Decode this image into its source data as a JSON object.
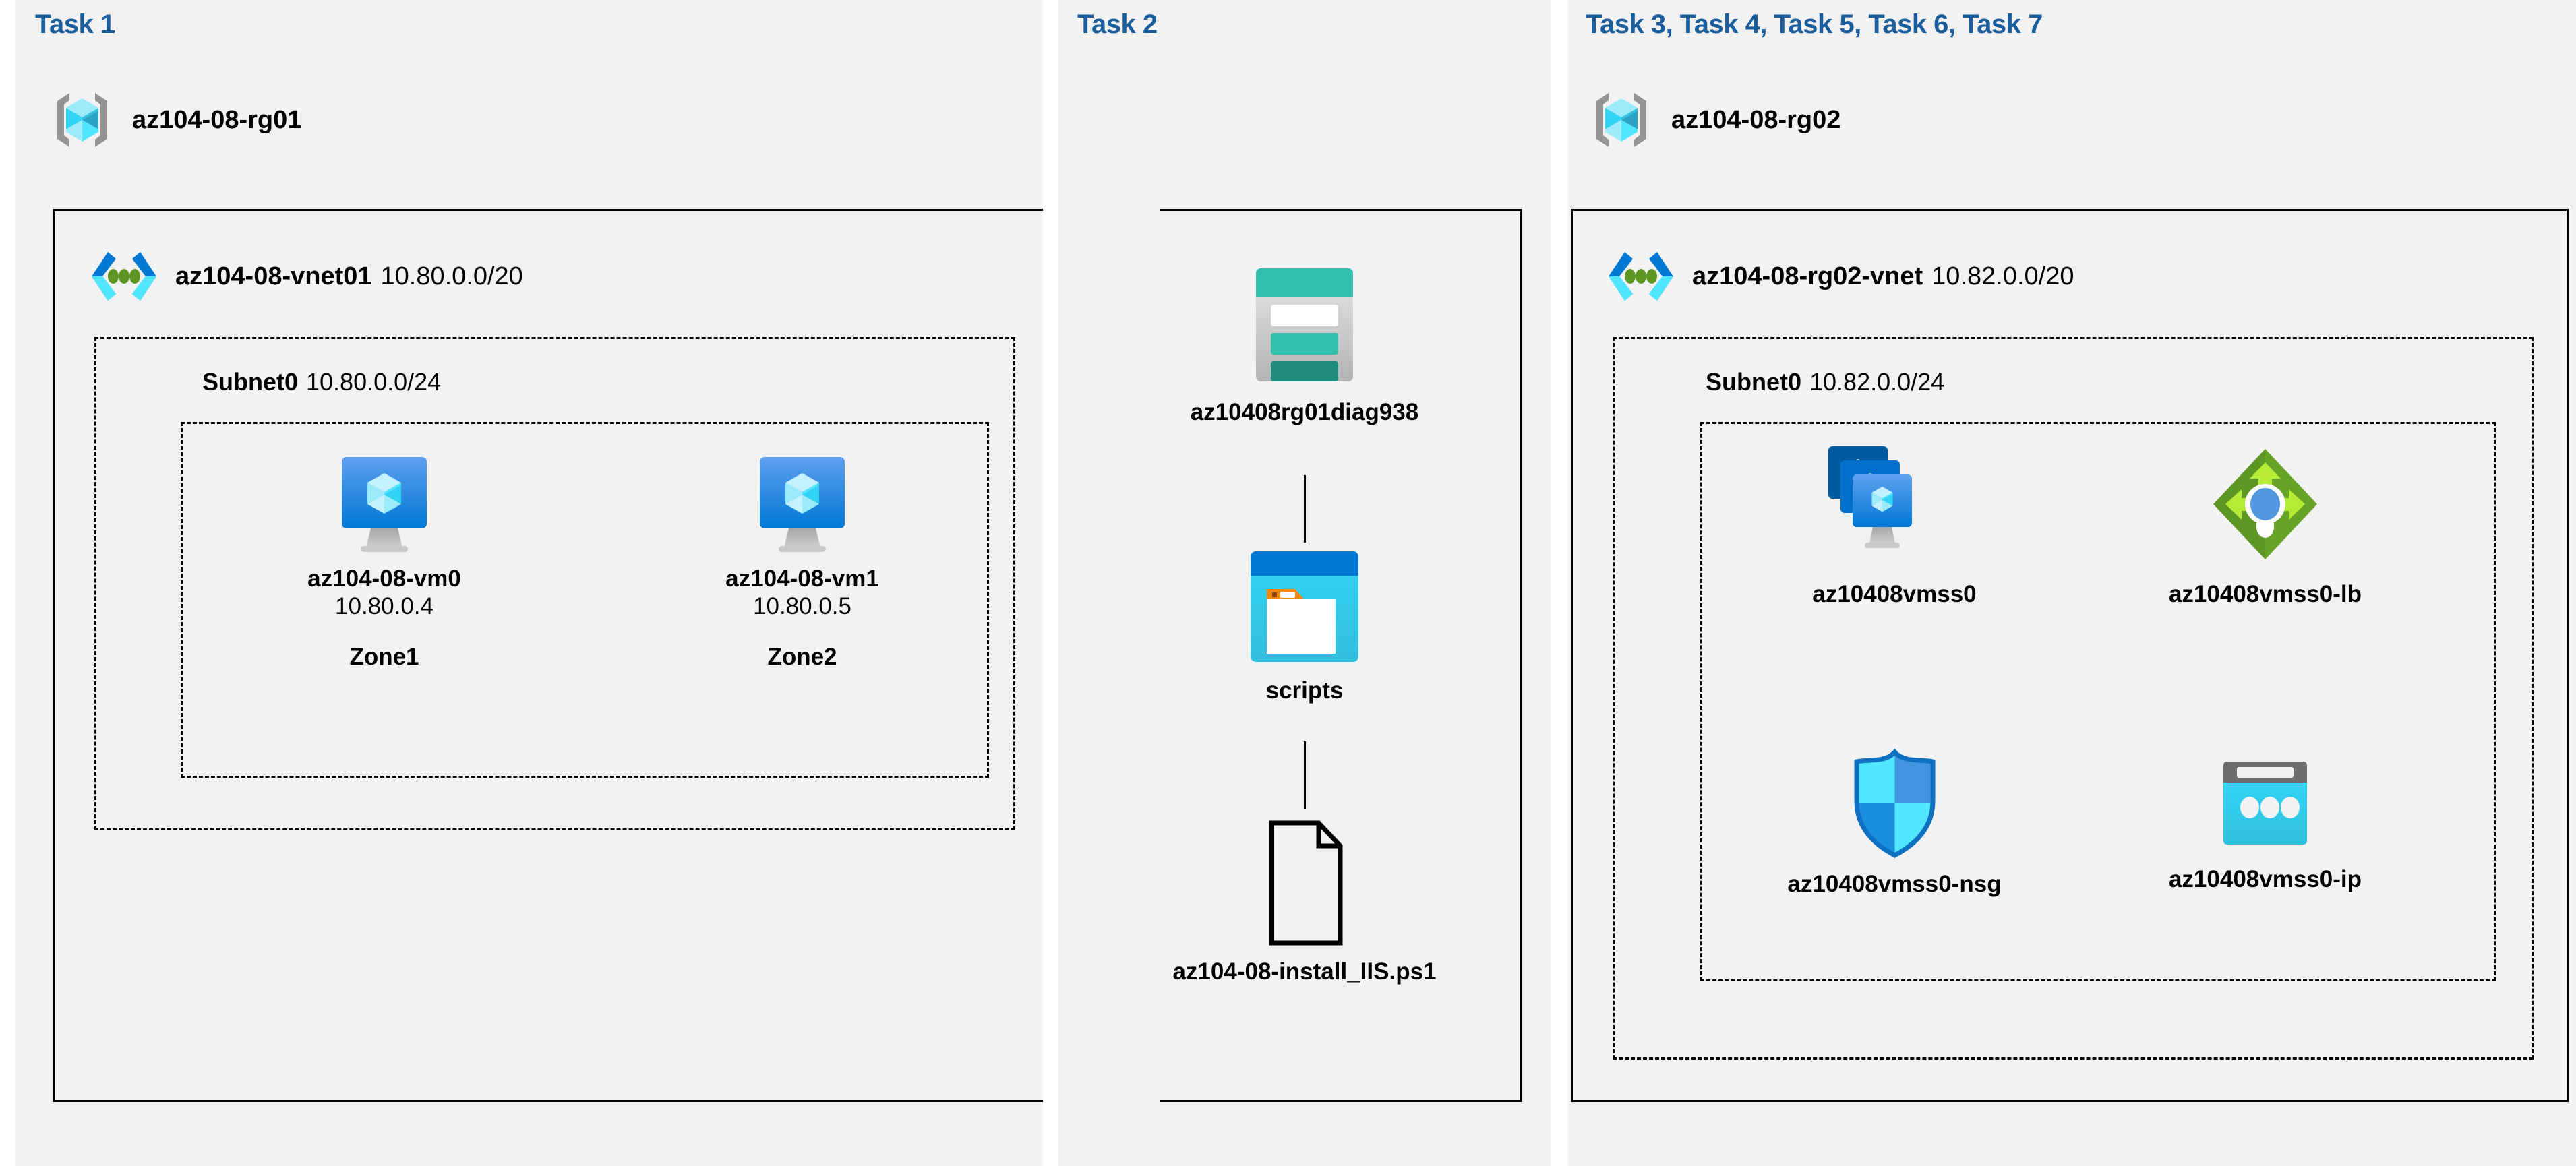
{
  "diagram": {
    "title_color": "#1b5e9e",
    "panel_bg": "#f2f2f2",
    "columns": [
      {
        "id": "col-task1",
        "task_title": "Task 1",
        "resource_group": {
          "icon": "resource-group-icon",
          "name": "az104-08-rg01"
        },
        "vnet": {
          "icon": "virtual-network-icon",
          "name": "az104-08-vnet01",
          "cidr": "10.80.0.0/20"
        },
        "subnet": {
          "name": "Subnet0",
          "cidr": "10.80.0.0/24"
        },
        "vms": [
          {
            "icon": "virtual-machine-icon",
            "name": "az104-08-vm0",
            "ip": "10.80.0.4",
            "zone": "Zone1"
          },
          {
            "icon": "virtual-machine-icon",
            "name": "az104-08-vm1",
            "ip": "10.80.0.5",
            "zone": "Zone2"
          }
        ]
      },
      {
        "id": "col-task2",
        "task_title": "Task 2",
        "items": [
          {
            "icon": "storage-account-icon",
            "name": "az10408rg01diag938"
          },
          {
            "icon": "blob-container-icon",
            "name": "scripts"
          },
          {
            "icon": "file-document-icon",
            "name": "az104-08-install_IIS.ps1"
          }
        ]
      },
      {
        "id": "col-task3",
        "task_title": "Task 3, Task 4, Task 5, Task 6, Task 7",
        "resource_group": {
          "icon": "resource-group-icon",
          "name": "az104-08-rg02"
        },
        "vnet": {
          "icon": "virtual-network-icon",
          "name": "az104-08-rg02-vnet",
          "cidr": "10.82.0.0/20"
        },
        "subnet": {
          "name": "Subnet0",
          "cidr": "10.82.0.0/24"
        },
        "resources": [
          {
            "icon": "vm-scale-set-icon",
            "name": "az10408vmss0"
          },
          {
            "icon": "load-balancer-icon",
            "name": "az10408vmss0-lb"
          },
          {
            "icon": "network-security-group-icon",
            "name": "az10408vmss0-nsg"
          },
          {
            "icon": "public-ip-address-icon",
            "name": "az10408vmss0-ip"
          }
        ]
      }
    ]
  }
}
